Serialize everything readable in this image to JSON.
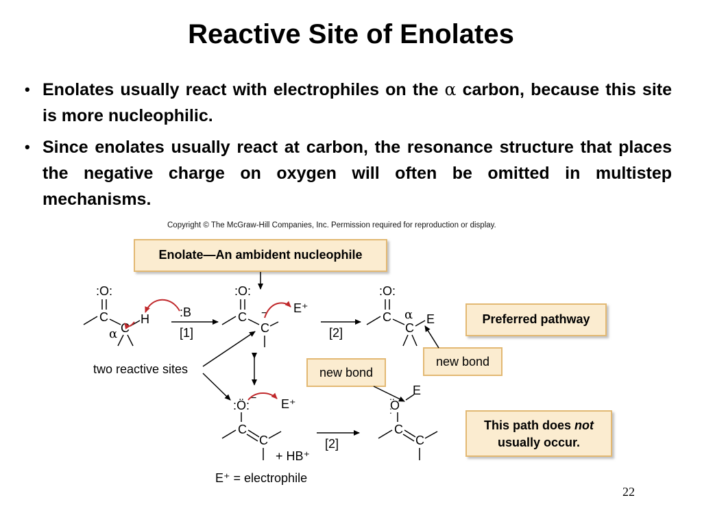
{
  "slide": {
    "title": "Reactive Site of Enolates",
    "bullets": [
      {
        "text_before": "Enolates usually react with electrophiles on the ",
        "symbol": "α",
        "text_after": " carbon, because this site is more nucleophilic."
      },
      {
        "text_before": "Since enolates usually react at carbon, the resonance structure that places the negative charge on oxygen will often be omitted in multistep mechanisms.",
        "symbol": "",
        "text_after": ""
      }
    ],
    "bullet_glyph": "•",
    "slide_number": "22"
  },
  "figure": {
    "copyright": "Copyright © The McGraw-Hill Companies, Inc. Permission required for reproduction or display.",
    "callouts": {
      "enolate": "Enolate—An ambident nucleophile",
      "preferred": "Preferred pathway",
      "new_bond_1": "new bond",
      "new_bond_2": "new bond",
      "not_usually_1a": "This path does ",
      "not_usually_1b": "not",
      "not_usually_2": "usually occur."
    },
    "colors": {
      "callout_fill": "#fbecd0",
      "callout_border": "#e2b872",
      "curved_arrow": "#c0282b"
    },
    "labels": {
      "two_sites": "two reactive sites",
      "step1": "[1]",
      "step2_top": "[2]",
      "step2_bottom": "[2]",
      "electrophile_def": "E⁺ = electrophile",
      "plus_hb": "+ HB⁺",
      "base": ":B",
      "alpha_1": "α",
      "alpha_2": "α",
      "o_lone": ":O:",
      "o_anion": ":Ö:",
      "carbon": "C",
      "hydrogen": "H",
      "oxygen": "O",
      "e_plus": "E⁺",
      "e": "E",
      "minus": "−"
    }
  }
}
